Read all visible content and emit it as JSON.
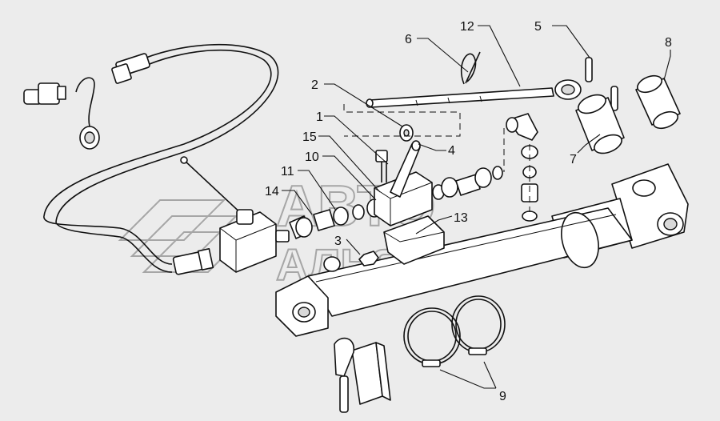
{
  "labels": [
    {
      "id": "1",
      "text": "1"
    },
    {
      "id": "2",
      "text": "2"
    },
    {
      "id": "3",
      "text": "3"
    },
    {
      "id": "4",
      "text": "4"
    },
    {
      "id": "5",
      "text": "5"
    },
    {
      "id": "6",
      "text": "6"
    },
    {
      "id": "7",
      "text": "7"
    },
    {
      "id": "8",
      "text": "8"
    },
    {
      "id": "9",
      "text": "9"
    },
    {
      "id": "10",
      "text": "10"
    },
    {
      "id": "11",
      "text": "11"
    },
    {
      "id": "12",
      "text": "12"
    },
    {
      "id": "13",
      "text": "13"
    },
    {
      "id": "14",
      "text": "14"
    },
    {
      "id": "15",
      "text": "15"
    }
  ],
  "watermark": {
    "line1": "АВТО",
    "line2": "АЛЬЯНС"
  }
}
